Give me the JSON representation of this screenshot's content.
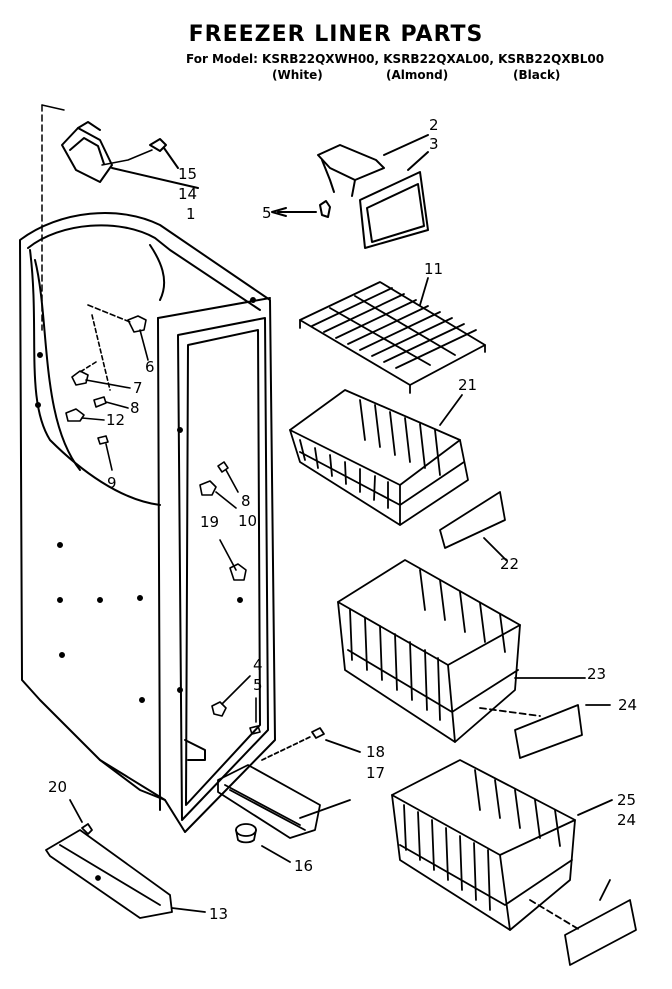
{
  "title": "FREEZER LINER PARTS",
  "model_line": "For Model: KSRB22QXWH00, KSRB22QXAL00, KSRB22QXBL00",
  "variants": [
    "(White)",
    "(Almond)",
    "(Black)"
  ],
  "part_labels": {
    "p1": "1",
    "p2": "2",
    "p3": "3",
    "p4": "4",
    "p5a": "5",
    "p5b": "5",
    "p6": "6",
    "p7": "7",
    "p8a": "8",
    "p8b": "8",
    "p9": "9",
    "p10": "10",
    "p11": "11",
    "p12": "12",
    "p13": "13",
    "p14": "14",
    "p15": "15",
    "p16": "16",
    "p17": "17",
    "p18": "18",
    "p19": "19",
    "p20": "20",
    "p21": "21",
    "p22": "22",
    "p23": "23",
    "p24a": "24",
    "p24b": "24",
    "p25": "25"
  }
}
